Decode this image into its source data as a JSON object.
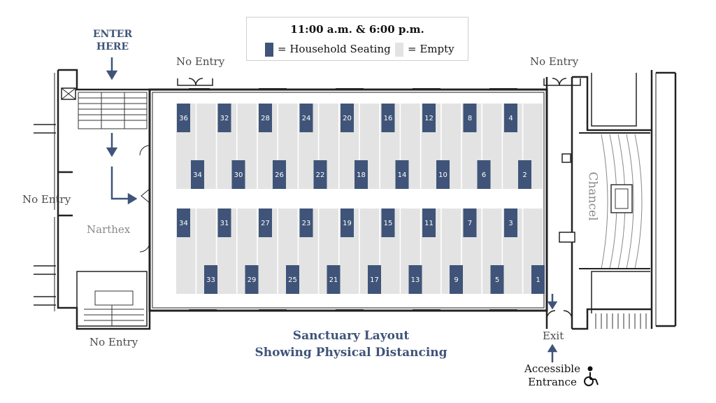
{
  "legend": {
    "title": "11:00 a.m. & 6:00 p.m.",
    "household_label": "= Household Seating",
    "empty_label": "= Empty",
    "household_color": "#3f5478",
    "empty_color": "#e3e3e3"
  },
  "labels": {
    "enter_here": "ENTER HERE",
    "no_entry_top_left": "No Entry",
    "no_entry_top_right": "No Entry",
    "no_entry_left": "No Entry",
    "no_entry_bottom": "No Entry",
    "narthex": "Narthex",
    "chancel": "Chancel",
    "exit": "Exit",
    "accessible_entrance": "Accessible Entrance"
  },
  "caption": {
    "line1": "Sanctuary Layout",
    "line2": "Showing Physical Distancing"
  },
  "seating": {
    "top_upper": [
      36,
      32,
      28,
      24,
      20,
      16,
      12,
      8,
      4
    ],
    "top_lower": [
      34,
      30,
      26,
      22,
      18,
      14,
      10,
      6,
      2
    ],
    "bottom_upper": [
      34,
      31,
      27,
      23,
      19,
      15,
      11,
      7,
      3
    ],
    "bottom_lower": [
      33,
      29,
      25,
      21,
      17,
      13,
      9,
      5,
      1
    ]
  }
}
